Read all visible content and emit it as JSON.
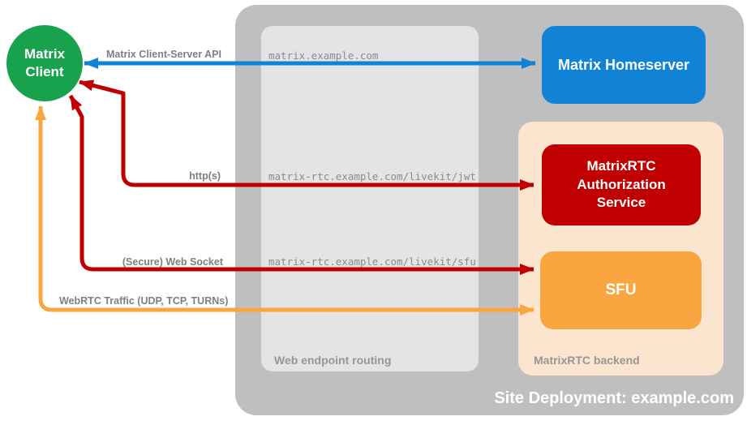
{
  "client": {
    "label": "Matrix Client"
  },
  "nodes": {
    "homeserver": {
      "label": "Matrix Homeserver",
      "color": "#1083d6"
    },
    "auth_service": {
      "label": "MatrixRTC Authorization Service",
      "color": "#c00000"
    },
    "sfu": {
      "label": "SFU",
      "color": "#f9a640"
    }
  },
  "containers": {
    "site": {
      "label": "Site Deployment: example.com",
      "color": "#bfbfbf"
    },
    "web_routing": {
      "label": "Web endpoint routing",
      "color": "#e4e4e4"
    },
    "backend": {
      "label": "MatrixRTC backend",
      "color": "#fce5ce"
    }
  },
  "connections": [
    {
      "label": "Matrix Client-Server API",
      "endpoint": "matrix.example.com",
      "from": "Matrix Client",
      "to": "Matrix Homeserver",
      "bidirectional": true,
      "color": "#1083d6"
    },
    {
      "label": "http(s)",
      "endpoint": "matrix-rtc.example.com/livekit/jwt",
      "from": "Matrix Client",
      "to": "MatrixRTC Authorization Service",
      "bidirectional": true,
      "color": "#c00000"
    },
    {
      "label": "(Secure) Web Socket",
      "endpoint": "matrix-rtc.example.com/livekit/sfu",
      "from": "Matrix Client",
      "to": "SFU",
      "bidirectional": true,
      "color": "#c00000"
    },
    {
      "label": "WebRTC Traffic (UDP, TCP, TURNs)",
      "endpoint": "",
      "from": "Matrix Client",
      "to": "SFU",
      "bidirectional": true,
      "color": "#f9a640"
    }
  ],
  "colors": {
    "client_green": "#19a24e",
    "homeserver_blue": "#1083d6",
    "service_red": "#c00000",
    "sfu_orange": "#f9a640",
    "outer_gray": "#bfbfbf",
    "inner_gray": "#e4e4e4",
    "backend_peach": "#fce5ce",
    "label_gray": "#7f7f7f",
    "url_gray": "#8c8c8c",
    "caption_gray": "#969696",
    "text_white": "#ffffff"
  }
}
